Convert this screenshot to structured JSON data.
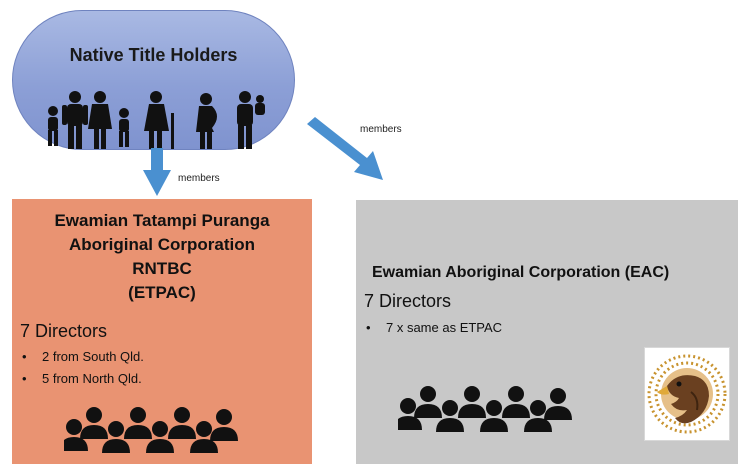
{
  "top_node": {
    "label": "Native Title Holders"
  },
  "edges": [
    {
      "label": "members",
      "to": "ETPAC"
    },
    {
      "label": "members",
      "to": "EAC"
    }
  ],
  "left_box": {
    "title_lines": [
      "Ewamian Tatampi Puranga",
      "Aboriginal Corporation",
      "RNTBC",
      "(ETPAC)"
    ],
    "directors": "7 Directors",
    "bullets": [
      "2 from South Qld.",
      "5 from North Qld."
    ]
  },
  "right_box": {
    "title": "Ewamian Aboriginal Corporation (EAC)",
    "directors": "7 Directors",
    "bullets": [
      "7 x same as ETPAC"
    ]
  },
  "colors": {
    "pill": "#8c9fd6",
    "arrow": "#4a90d0",
    "left_box": "#e99372",
    "right_box": "#c8c8c8"
  },
  "icons": [
    "family-group-icon",
    "people-group-icon",
    "eagle-emblem-icon",
    "arrow-icon"
  ]
}
